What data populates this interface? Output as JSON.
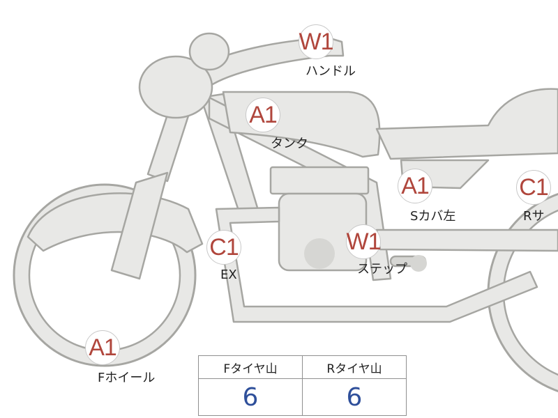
{
  "colors": {
    "body_fill": "#e8e8e6",
    "body_stroke": "#a6a6a2",
    "badge_text": "#b0463c",
    "value_text": "#2e4f9a"
  },
  "parts": [
    {
      "id": "handle",
      "grade": "W1",
      "label": "ハンドル"
    },
    {
      "id": "tank",
      "grade": "A1",
      "label": "タンク"
    },
    {
      "id": "side-cover-l",
      "grade": "A1",
      "label": "Sカバ左"
    },
    {
      "id": "rear-side",
      "grade": "C1",
      "label": "Rサ"
    },
    {
      "id": "exhaust",
      "grade": "C1",
      "label": "EX"
    },
    {
      "id": "step",
      "grade": "W1",
      "label": "ステップ"
    },
    {
      "id": "front-wheel",
      "grade": "A1",
      "label": "Fホイール"
    }
  ],
  "tread_table": {
    "headers": [
      "Fタイヤ山",
      "Rタイヤ山"
    ],
    "values": [
      "6",
      "6"
    ]
  }
}
